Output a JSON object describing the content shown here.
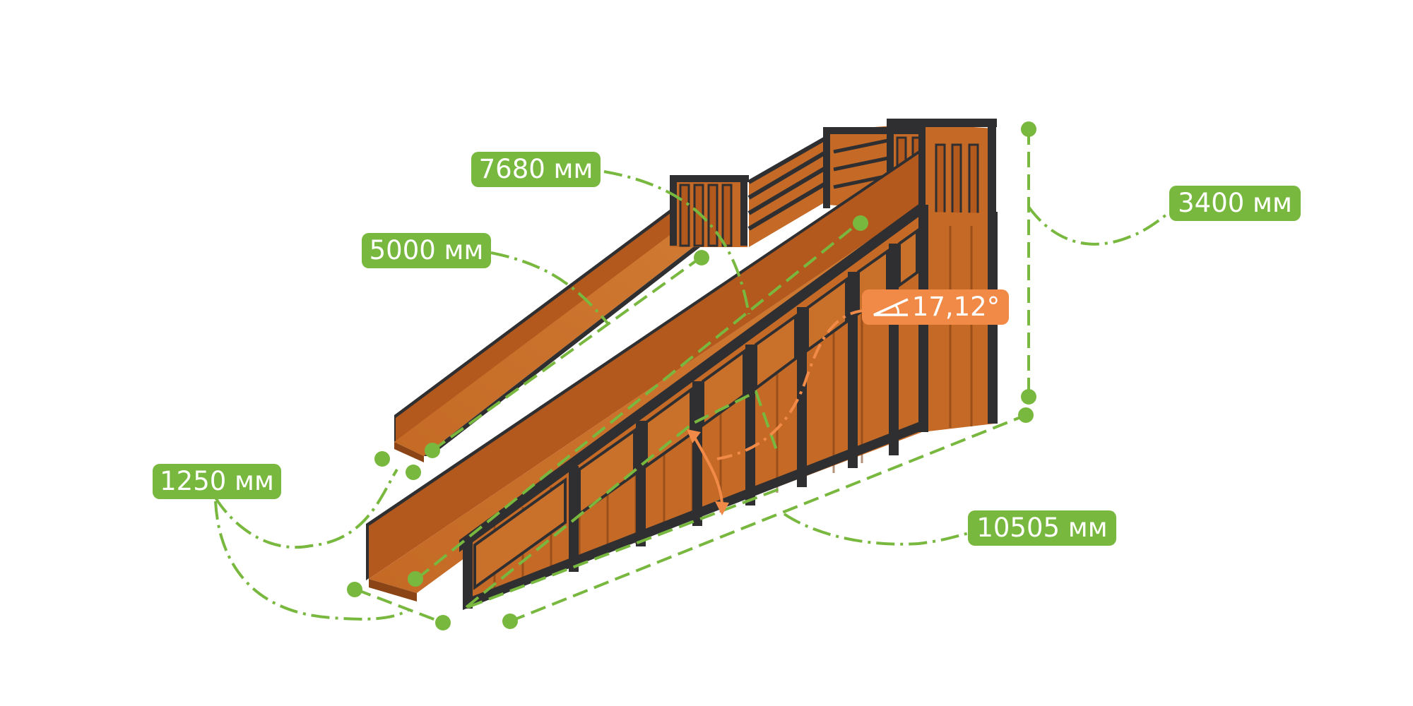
{
  "dimensions": {
    "slide_length_long": "7680 мм",
    "slide_length_short": "5000 мм",
    "height": "3400 мм",
    "width": "1250 мм",
    "total_length": "10505 мм"
  },
  "angle": {
    "value": "17,12°"
  },
  "colors": {
    "dimension_green": "#79b83f",
    "angle_orange": "#f28a47",
    "wood": "#c46a26",
    "wood_dark": "#a4531a",
    "frame": "#2f2f31"
  },
  "icons": {
    "angle": "angle-icon"
  }
}
